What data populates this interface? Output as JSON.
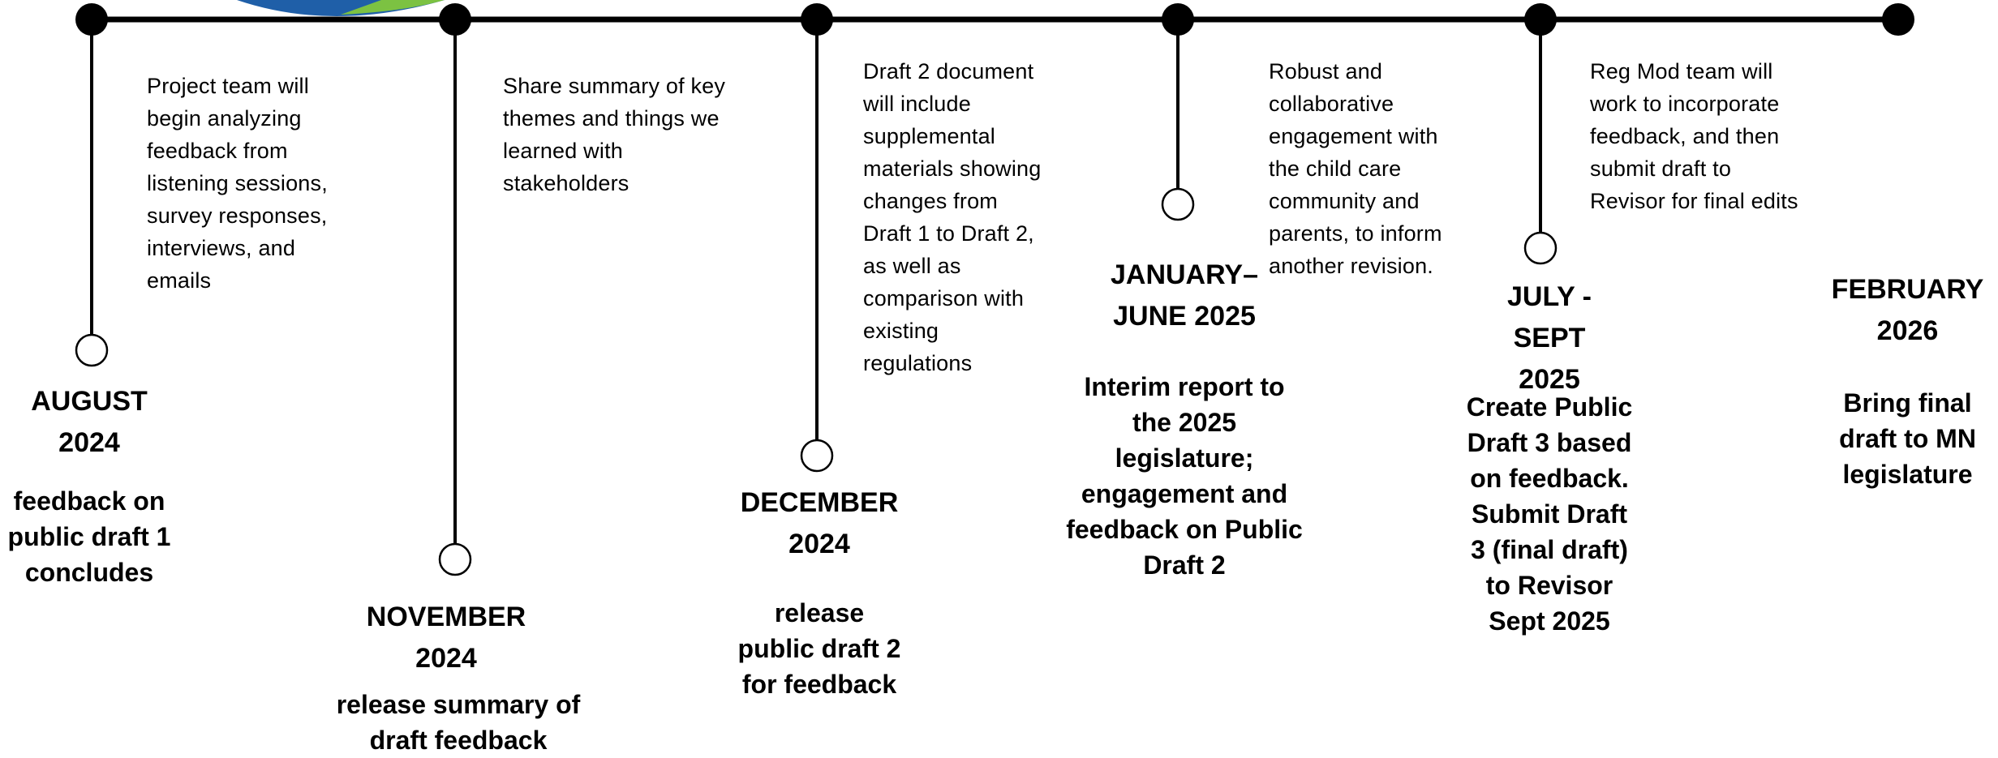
{
  "colors": {
    "line": "#000000",
    "background": "#ffffff",
    "logo_blue": "#1f5fa8",
    "logo_green": "#7cc242"
  },
  "events": [
    {
      "date_lines": [
        "AUGUST",
        "2024"
      ],
      "milestone_lines": [
        "feedback on",
        "public draft 1",
        "concludes"
      ],
      "note_lines": [
        "Project team will",
        "begin analyzing",
        "feedback from",
        "listening sessions,",
        "survey responses,",
        "interviews, and",
        "emails"
      ]
    },
    {
      "date_lines": [
        "NOVEMBER",
        "2024"
      ],
      "milestone_lines": [
        "release summary of",
        "draft feedback"
      ],
      "note_lines": [
        "Share summary of key",
        "themes and things we",
        "learned with",
        "stakeholders"
      ]
    },
    {
      "date_lines": [
        "DECEMBER",
        "2024"
      ],
      "milestone_lines": [
        "release",
        "public draft 2",
        "for feedback"
      ],
      "note_lines": [
        "Draft 2 document",
        "will include",
        "supplemental",
        "materials showing",
        "changes from",
        "Draft 1 to Draft 2,",
        "as well as",
        "comparison with",
        "existing",
        "regulations"
      ]
    },
    {
      "date_lines": [
        "JANUARY–",
        "JUNE 2025"
      ],
      "milestone_lines": [
        "Interim report to",
        "the 2025",
        "legislature;",
        "engagement and",
        "feedback on Public",
        "Draft 2"
      ],
      "note_lines": [
        "Robust and",
        "collaborative",
        "engagement with",
        "the child care",
        "community and",
        "parents, to inform",
        "another revision."
      ]
    },
    {
      "date_lines": [
        "JULY -",
        "SEPT",
        "2025"
      ],
      "milestone_lines": [
        "Create Public",
        "Draft 3 based",
        "on feedback.",
        "Submit Draft",
        "3 (final draft)",
        "to Revisor",
        "Sept 2025"
      ],
      "note_lines": [
        "Reg Mod team will",
        "work to incorporate",
        "feedback, and then",
        "submit draft to",
        "Revisor for final edits"
      ]
    },
    {
      "date_lines": [
        "FEBRUARY",
        "2026"
      ],
      "milestone_lines": [
        "Bring final",
        "draft to MN",
        "legislature"
      ],
      "note_lines": []
    }
  ]
}
